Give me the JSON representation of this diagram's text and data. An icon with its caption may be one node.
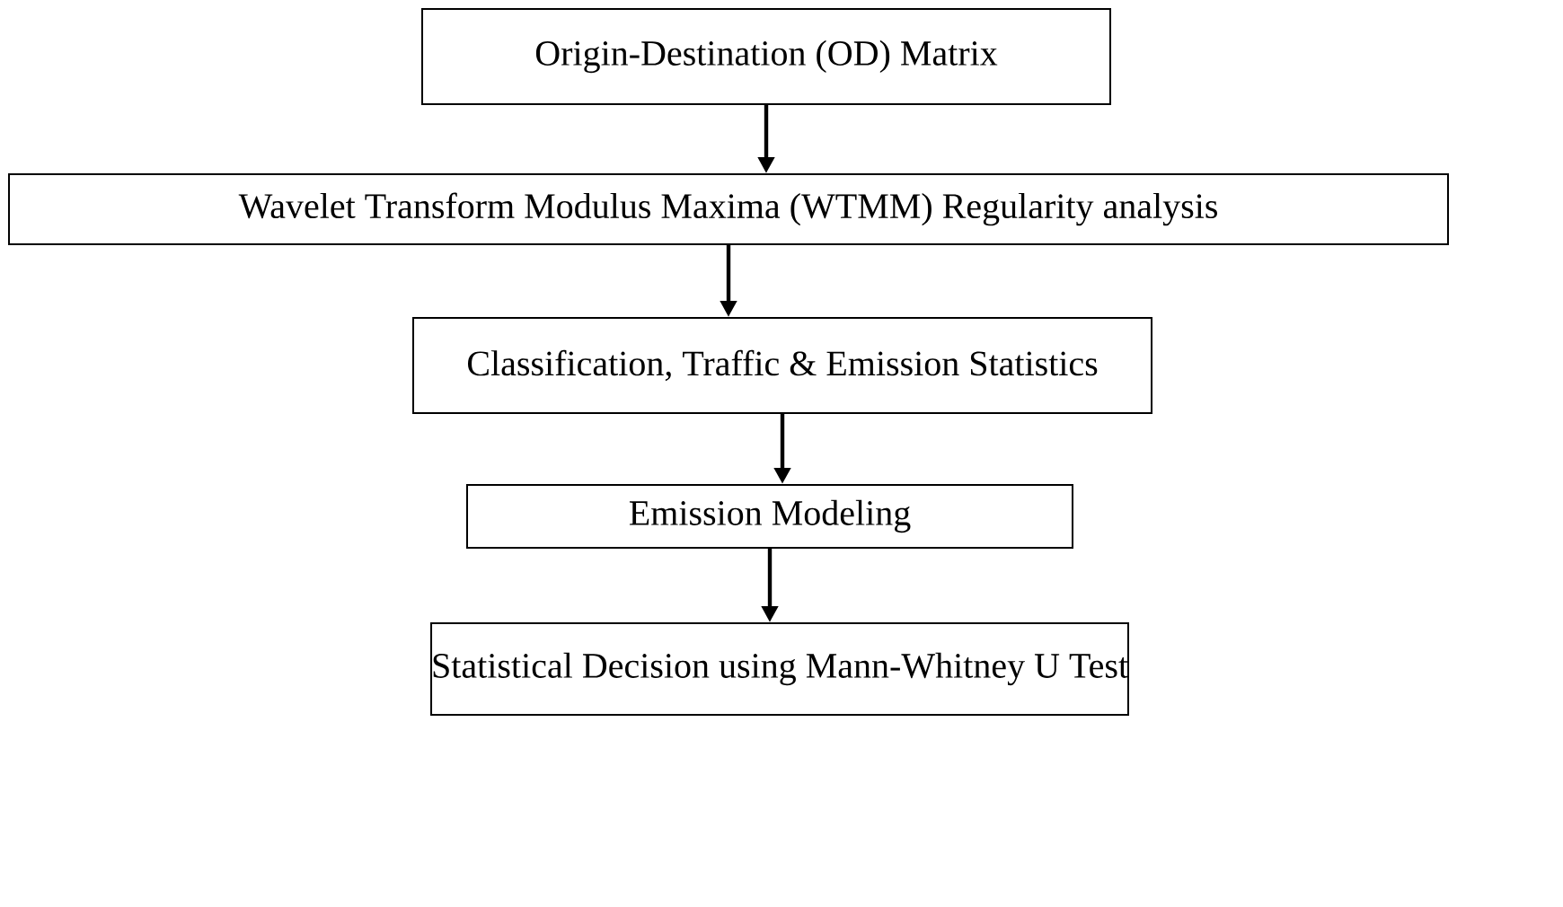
{
  "diagram": {
    "nodes": [
      {
        "text": [
          "Origin-Destination (OD) Matrix"
        ]
      },
      {
        "text": [
          "Wavelet Transform Modulus Maxima (WTMM) Regularity analysis"
        ]
      },
      {
        "text": [
          "Classification, Traffic & Emission Statistics"
        ]
      },
      {
        "text": [
          "Emission Modeling"
        ]
      },
      {
        "text": [
          "Statistical Decision using Mann-Whitney U Test"
        ]
      }
    ],
    "edges": [
      {
        "from": 0,
        "to": 1,
        "arrow": "to"
      },
      {
        "from": 1,
        "to": 2,
        "arrow": "to"
      },
      {
        "from": 2,
        "to": 3,
        "arrow": "to"
      },
      {
        "from": 3,
        "to": 4,
        "arrow": "to"
      }
    ]
  }
}
